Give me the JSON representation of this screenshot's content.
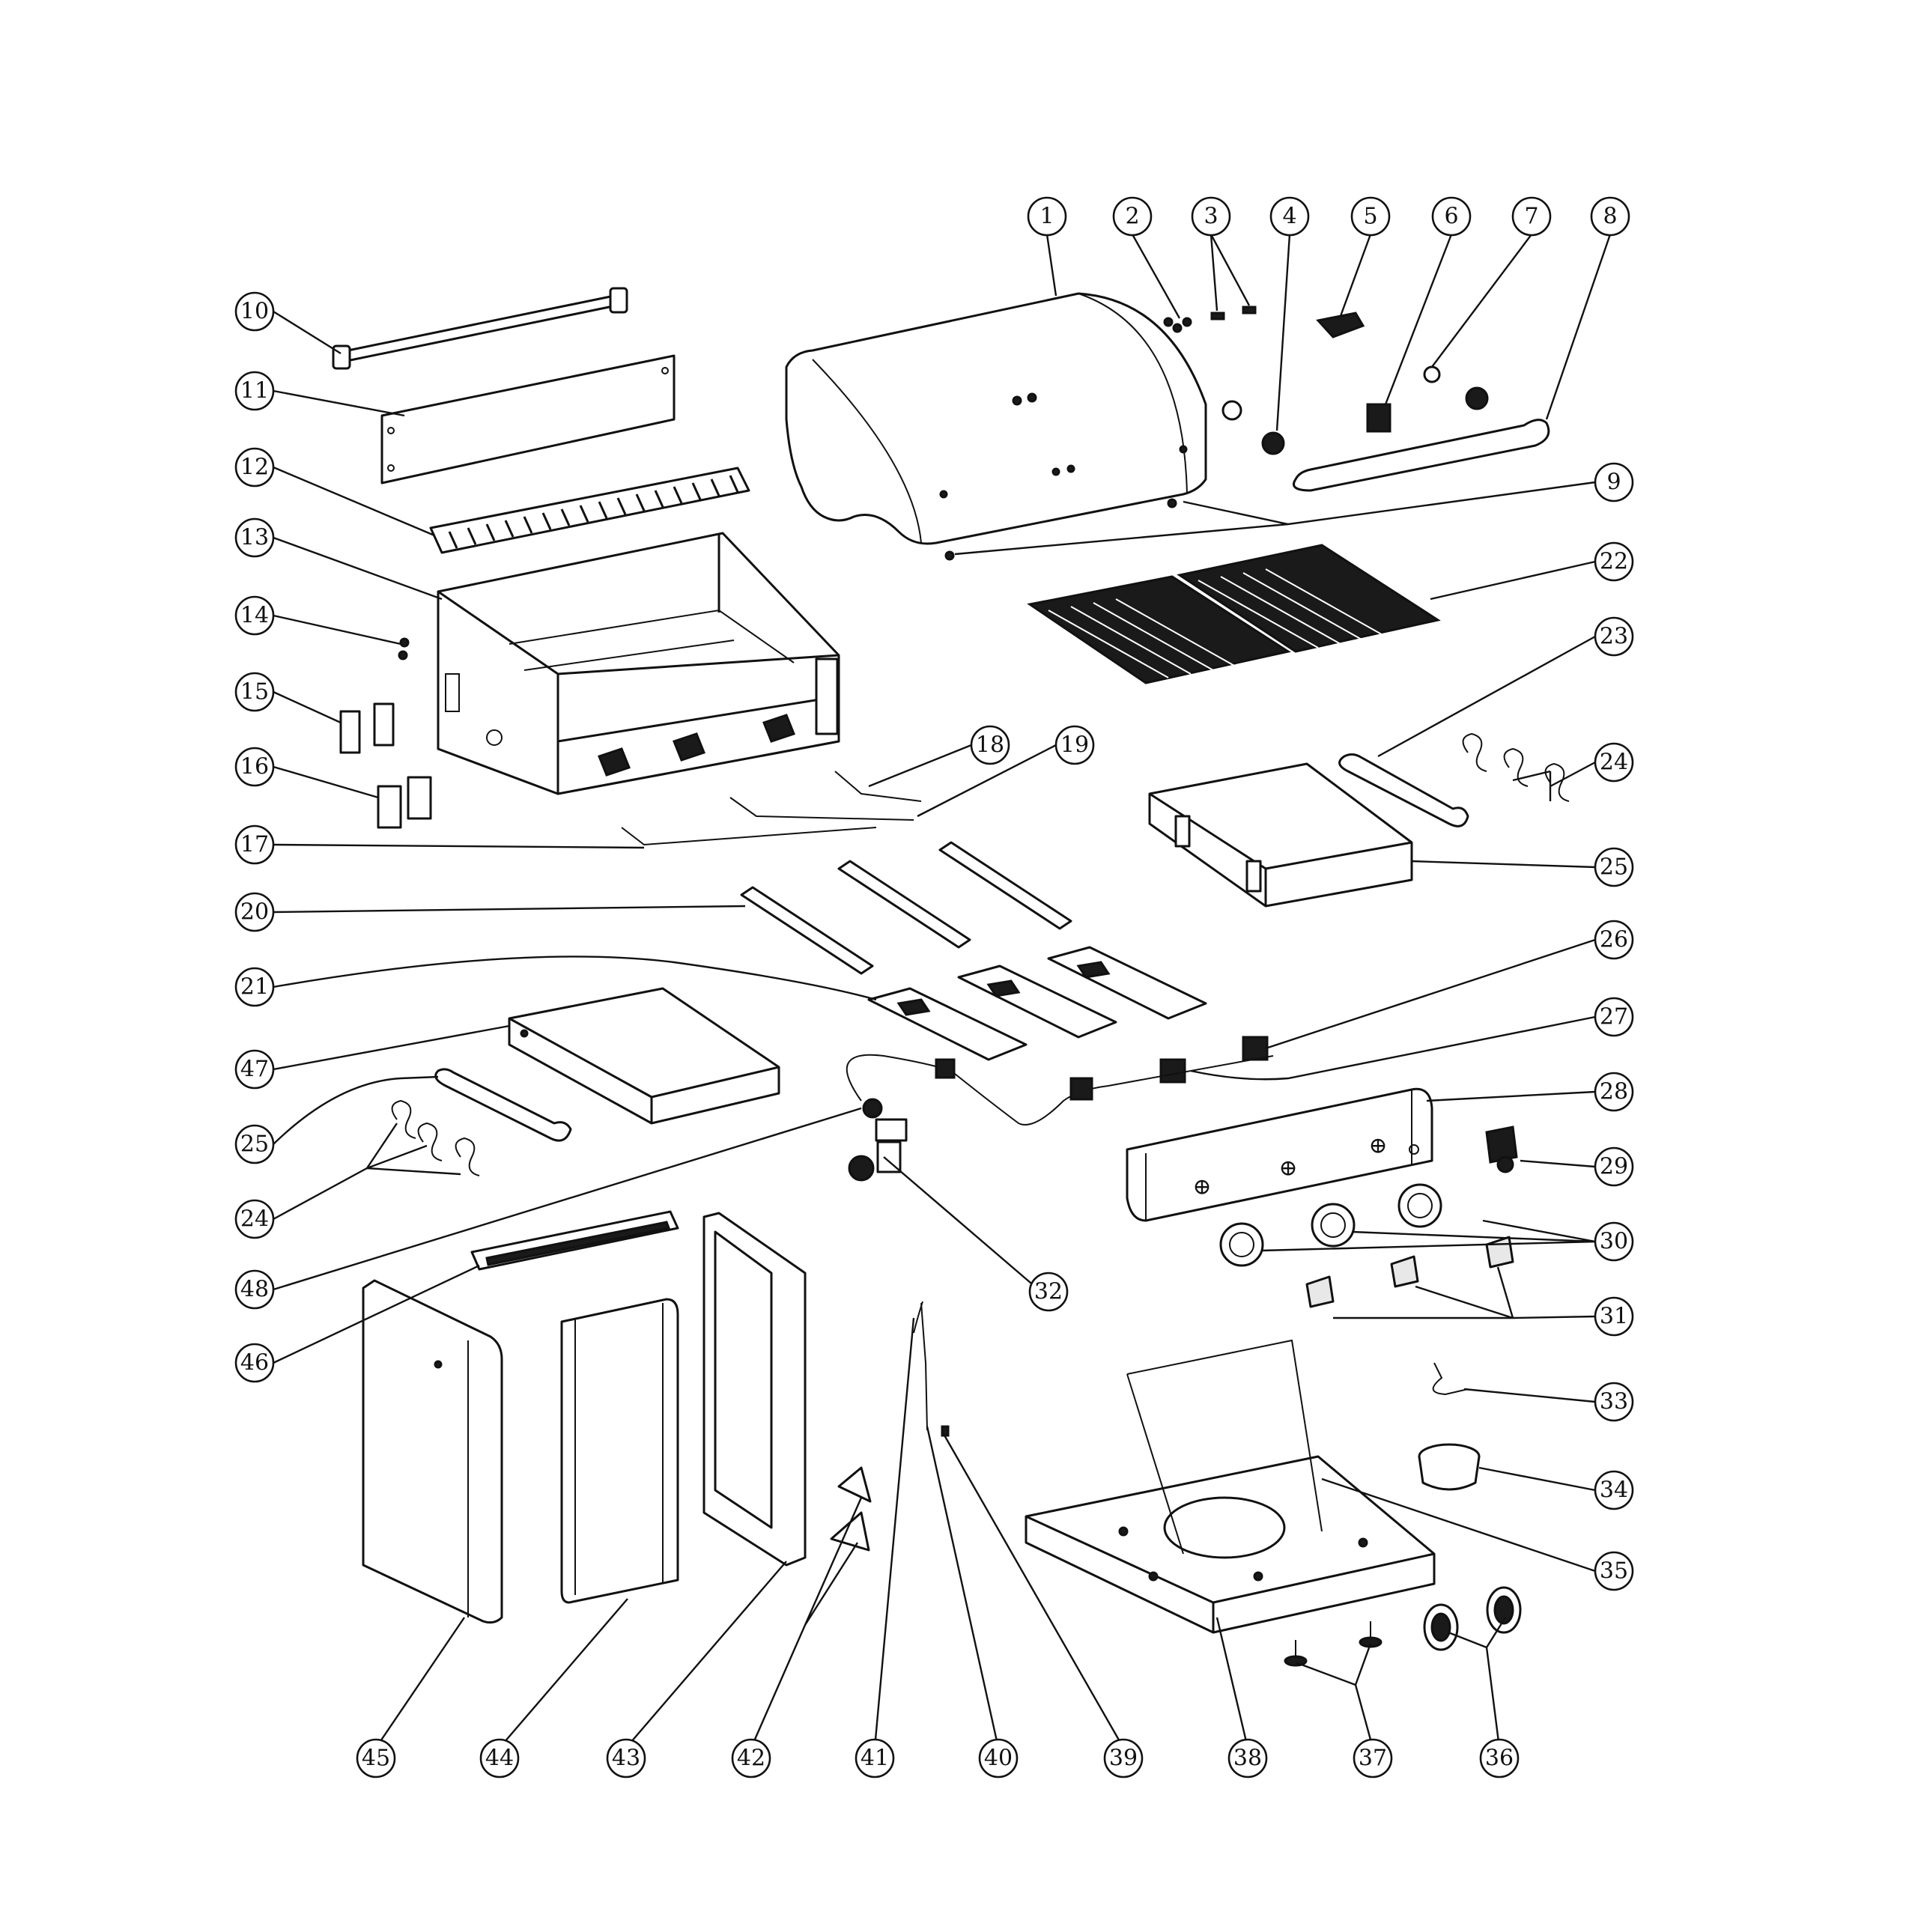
{
  "diagram": {
    "callouts": [
      {
        "id": "c1",
        "label": "1"
      },
      {
        "id": "c2",
        "label": "2"
      },
      {
        "id": "c3",
        "label": "3"
      },
      {
        "id": "c4",
        "label": "4"
      },
      {
        "id": "c5",
        "label": "5"
      },
      {
        "id": "c6",
        "label": "6"
      },
      {
        "id": "c7",
        "label": "7"
      },
      {
        "id": "c8",
        "label": "8"
      },
      {
        "id": "c9",
        "label": "9"
      },
      {
        "id": "c10",
        "label": "10"
      },
      {
        "id": "c11",
        "label": "11"
      },
      {
        "id": "c12",
        "label": "12"
      },
      {
        "id": "c13",
        "label": "13"
      },
      {
        "id": "c14",
        "label": "14"
      },
      {
        "id": "c15",
        "label": "15"
      },
      {
        "id": "c16",
        "label": "16"
      },
      {
        "id": "c17",
        "label": "17"
      },
      {
        "id": "c18",
        "label": "18"
      },
      {
        "id": "c19",
        "label": "19"
      },
      {
        "id": "c20",
        "label": "20"
      },
      {
        "id": "c21",
        "label": "21"
      },
      {
        "id": "c22",
        "label": "22"
      },
      {
        "id": "c23",
        "label": "23"
      },
      {
        "id": "c24a",
        "label": "24"
      },
      {
        "id": "c25a",
        "label": "25"
      },
      {
        "id": "c26",
        "label": "26"
      },
      {
        "id": "c27",
        "label": "27"
      },
      {
        "id": "c28",
        "label": "28"
      },
      {
        "id": "c29",
        "label": "29"
      },
      {
        "id": "c30",
        "label": "30"
      },
      {
        "id": "c31",
        "label": "31"
      },
      {
        "id": "c32",
        "label": "32"
      },
      {
        "id": "c33",
        "label": "33"
      },
      {
        "id": "c34",
        "label": "34"
      },
      {
        "id": "c35",
        "label": "35"
      },
      {
        "id": "c36",
        "label": "36"
      },
      {
        "id": "c37",
        "label": "37"
      },
      {
        "id": "c38",
        "label": "38"
      },
      {
        "id": "c39",
        "label": "39"
      },
      {
        "id": "c40",
        "label": "40"
      },
      {
        "id": "c41",
        "label": "41"
      },
      {
        "id": "c42",
        "label": "42"
      },
      {
        "id": "c43",
        "label": "43"
      },
      {
        "id": "c44",
        "label": "44"
      },
      {
        "id": "c45",
        "label": "45"
      },
      {
        "id": "c46",
        "label": "46"
      },
      {
        "id": "c47",
        "label": "47"
      },
      {
        "id": "c48",
        "label": "48"
      },
      {
        "id": "c25b",
        "label": "25"
      },
      {
        "id": "c24b",
        "label": "24"
      }
    ]
  }
}
